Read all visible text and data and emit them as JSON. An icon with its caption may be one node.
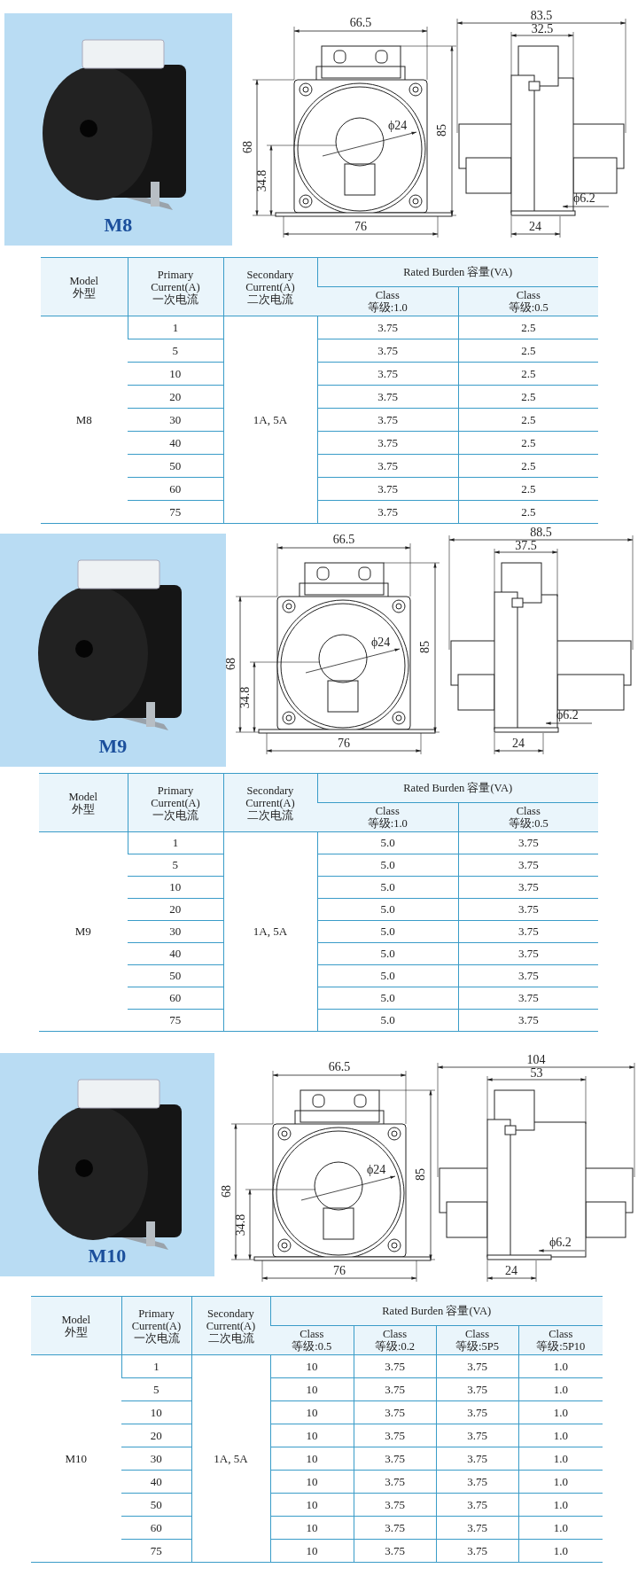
{
  "diagram": {
    "nodes": [
      {
        "text": [
          "M8"
        ]
      },
      {
        "text": [
          "M9"
        ]
      },
      {
        "text": [
          "M10"
        ]
      }
    ],
    "labels": [
      "66.5",
      "ϕ24",
      "85",
      "68",
      "34.8",
      "76",
      "83.5",
      "32.5",
      "ϕ6.2",
      "24",
      "Model 外型",
      "Primary Current(A) 一次电流",
      "Secondary Current(A) 二次电流",
      "Rated Burden 容量(VA)",
      "Class 等级:1.0",
      "Class 等级:0.5",
      "M8",
      "1",
      "1A, 5A",
      "3.75",
      "2.5",
      "5",
      "3.75",
      "2.5",
      "10",
      "3.75",
      "2.5",
      "20",
      "3.75",
      "2.5",
      "30",
      "3.75",
      "2.5",
      "40",
      "3.75",
      "2.5",
      "50",
      "3.75",
      "2.5",
      "60",
      "3.75",
      "2.5",
      "75",
      "3.75",
      "2.5",
      "66.5",
      "ϕ24",
      "85",
      "68",
      "34.8",
      "76",
      "88.5",
      "37.5",
      "ϕ6.2",
      "24",
      "Model 外型",
      "Primary Current(A) 一次电流",
      "Secondary Current(A) 二次电流",
      "Rated Burden 容量(VA)",
      "Class 等级:1.0",
      "Class 等级:0.5",
      "M9",
      "1",
      "1A, 5A",
      "5.0",
      "3.75",
      "5",
      "5.0",
      "3.75",
      "10",
      "5.0",
      "3.75",
      "20",
      "5.0",
      "3.75",
      "30",
      "5.0",
      "3.75",
      "40",
      "5.0",
      "3.75",
      "50",
      "5.0",
      "3.75",
      "60",
      "5.0",
      "3.75",
      "75",
      "5.0",
      "3.75",
      "66.5",
      "ϕ24",
      "85",
      "68",
      "34.8",
      "76",
      "104",
      "53",
      "ϕ6.2",
      "24",
      "Model 外型",
      "Primary Current(A) 一次电流",
      "Secondary Current(A) 二次电流",
      "Rated Burden 容量(VA)",
      "Class 等级:0.5",
      "Class 等级:0.2",
      "Class 等级:5P5",
      "Class 等级:5P10",
      "M10",
      "1",
      "1A, 5A",
      "10",
      "3.75",
      "3.75",
      "1.0",
      "5",
      "10",
      "3.75",
      "3.75",
      "1.0",
      "10",
      "10",
      "3.75",
      "3.75",
      "1.0",
      "20",
      "10",
      "3.75",
      "3.75",
      "1.0",
      "30",
      "10",
      "3.75",
      "3.75",
      "1.0",
      "40",
      "10",
      "3.75",
      "3.75",
      "1.0",
      "50",
      "10",
      "3.75",
      "3.75",
      "1.0",
      "60",
      "10",
      "3.75",
      "3.75",
      "1.0",
      "75",
      "10",
      "3.75",
      "3.75",
      "1.0"
    ]
  }
}
